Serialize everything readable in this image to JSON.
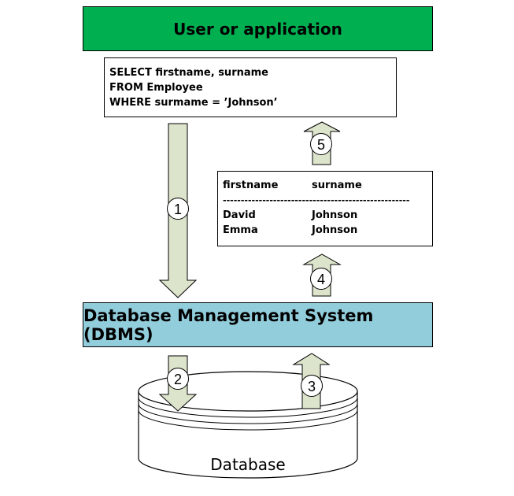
{
  "top_box": {
    "label": "User or application"
  },
  "query": {
    "lines": [
      "SELECT firstname, surname",
      "FROM Employee",
      "WHERE surmame = ’Johnson’"
    ]
  },
  "result_table": {
    "headers": [
      "firstname",
      "surname"
    ],
    "separator": "----------------------------------------------------",
    "rows": [
      [
        "David",
        "Johnson"
      ],
      [
        "Emma",
        "Johnson"
      ]
    ]
  },
  "dbms_box": {
    "label": "Database Management System (DBMS)"
  },
  "database": {
    "label": "Database"
  },
  "steps": {
    "step_1": "1",
    "step_2": "2",
    "step_3": "3",
    "step_4": "4",
    "step_5": "5"
  },
  "colors": {
    "user_box": "#00b050",
    "dbms_box": "#92cddc",
    "arrow_fill": "#dde4cc"
  }
}
